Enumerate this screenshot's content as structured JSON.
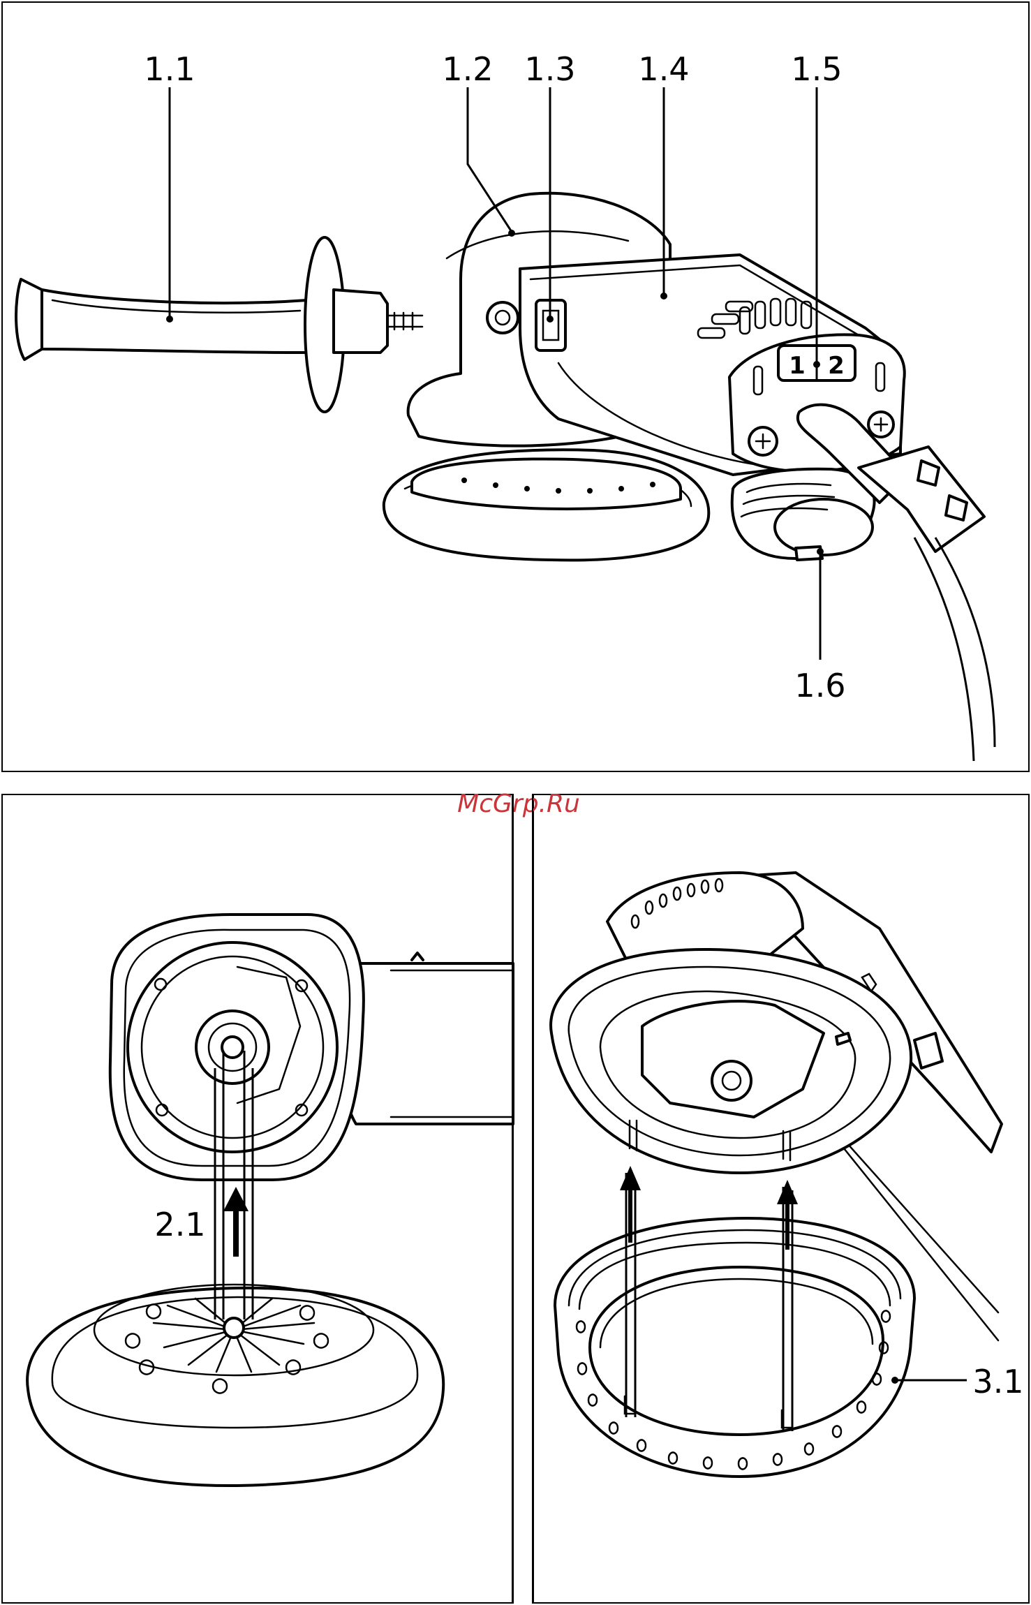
{
  "watermark": "McGrp.Ru",
  "figure1": {
    "labels": [
      "1.1",
      "1.2",
      "1.3",
      "1.4",
      "1.5",
      "1.6"
    ],
    "speed_dial": [
      "1",
      "2"
    ]
  },
  "figure2": {
    "label": "2.1"
  },
  "figure3": {
    "label": "3.1"
  }
}
